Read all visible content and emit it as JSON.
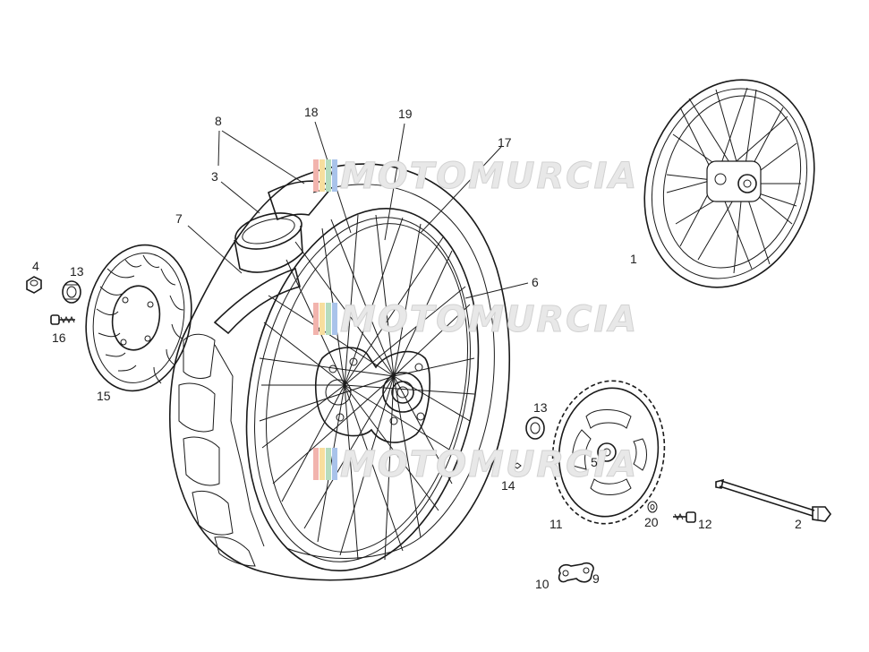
{
  "diagram": {
    "watermark": "MOTOMURCIA",
    "watermark_colors": [
      "#e03a2f",
      "#f2b705",
      "#3aa655",
      "#1d5fb8"
    ],
    "callouts": [
      "1",
      "2",
      "3",
      "4",
      "5",
      "6",
      "7",
      "8",
      "9",
      "10",
      "11",
      "12",
      "13",
      "13",
      "14",
      "15",
      "16",
      "17",
      "18",
      "19",
      "20"
    ]
  }
}
